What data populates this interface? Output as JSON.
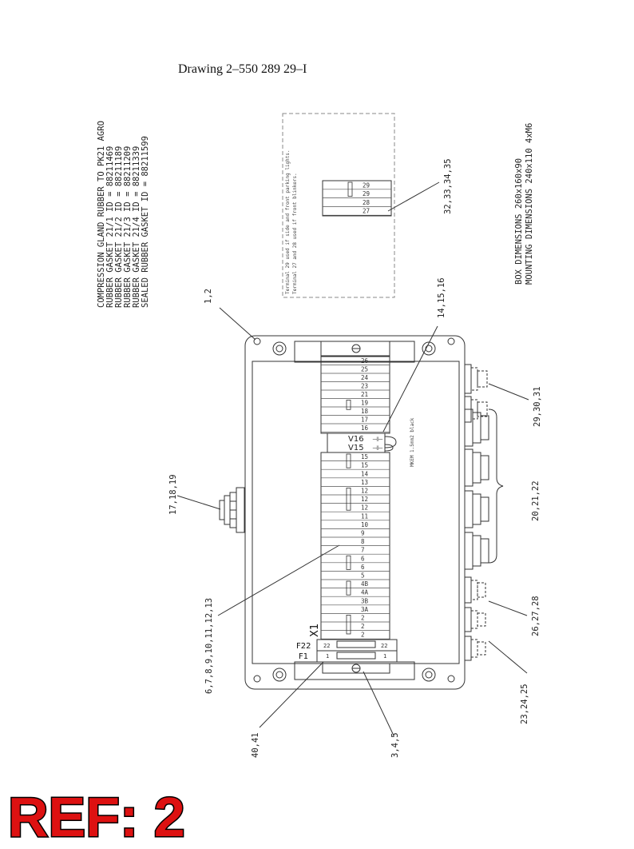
{
  "header": {
    "title": "Drawing 2–550 289 29–I"
  },
  "notes": {
    "gaskets": [
      "COMPRESSION GLAND RUBBER TO PK21 AGRO",
      "RUBBER GASKET 21/1   ID = 88211469",
      "RUBBER GASKET 21/2   ID = 88211189",
      "RUBBER GASKET 21/3   ID = 88211209",
      "RUBBER GASKET 21/4   ID = 88211339",
      "SEALED RUBBER GASKET ID = 88211599"
    ],
    "dimensions": [
      "BOX DIMENSIONS 260x160x90",
      "MOUNTING DIMENSIONS 240x110 4xM6"
    ],
    "detail_note": [
      "Terminal 29 used if side and front parking lights.",
      "Terminal 27 and 28 used if front blinkers."
    ],
    "cable_note": "MKEM 1.5mm2 black"
  },
  "detail_terminals": [
    "29",
    "29",
    "28",
    "27"
  ],
  "terminals_top": [
    "26",
    "25",
    "24",
    "23",
    "21",
    "19",
    "18",
    "17",
    "16"
  ],
  "terminals_bottom": [
    "15",
    "15",
    "14",
    "13",
    "12",
    "12",
    "12",
    "11",
    "10",
    "9",
    "8",
    "7",
    "6",
    "6",
    "5",
    "4B",
    "4A",
    "3B",
    "3A",
    "2",
    "2",
    "2"
  ],
  "diodes": [
    "V16",
    "V15"
  ],
  "block_label": "X1",
  "fuses": [
    {
      "label": "F22",
      "left": "22",
      "right": "22"
    },
    {
      "label": "F1",
      "left": "1",
      "right": "1"
    }
  ],
  "callouts": {
    "c_1_2": "1,2",
    "c_3_4_5": "3,4,5",
    "c_6_13": "6,7,8,9,10,11,12,13",
    "c_14_16": "14,15,16",
    "c_17_19": "17,18,19",
    "c_20_22": "20,21,22",
    "c_23_25": "23,24,25",
    "c_26_28": "26,27,28",
    "c_29_31": "29,30,31",
    "c_32_35": "32,33,34,35",
    "c_40_41": "40,41"
  },
  "ref": {
    "text": "REF: 2",
    "color": "#dd1111"
  }
}
